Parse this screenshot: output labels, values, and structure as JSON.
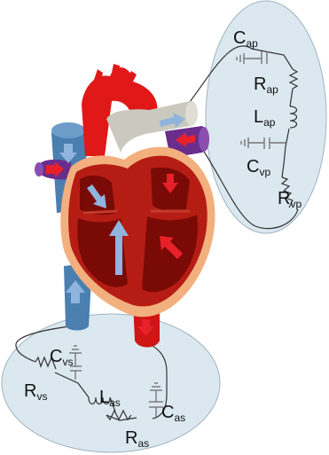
{
  "colors": {
    "ellipse_fill": "#dbe8f0",
    "ellipse_stroke": "#9fb3c2",
    "wire": "#333333",
    "capacitor": "#777777",
    "heart_outer": "#f2b07e",
    "heart_wall": "#b51d14",
    "heart_chamber": "#7a0a06",
    "aorta": "#e01818",
    "pulmonary_artery": "#c9c9bf",
    "vena_cava": "#4a7fb0",
    "pulmonary_vein": "#6a2d8c",
    "arrow_blue": "#8fb4dd",
    "arrow_red": "#e8202a"
  },
  "pulmonary_circuit": {
    "components": [
      {
        "id": "cap",
        "main": "C",
        "sub": "ap",
        "kind": "capacitor"
      },
      {
        "id": "rap",
        "main": "R",
        "sub": "ap",
        "kind": "resistor"
      },
      {
        "id": "lap",
        "main": "L",
        "sub": "ap",
        "kind": "inductor"
      },
      {
        "id": "cvp",
        "main": "C",
        "sub": "vp",
        "kind": "capacitor"
      },
      {
        "id": "rvp",
        "main": "R",
        "sub": "vp",
        "kind": "resistor"
      }
    ]
  },
  "systemic_circuit": {
    "components": [
      {
        "id": "cvs",
        "main": "C",
        "sub": "vs",
        "kind": "capacitor"
      },
      {
        "id": "rvs",
        "main": "R",
        "sub": "vs",
        "kind": "resistor"
      },
      {
        "id": "las",
        "main": "L",
        "sub": "as",
        "kind": "inductor"
      },
      {
        "id": "cas",
        "main": "C",
        "sub": "as",
        "kind": "capacitor"
      },
      {
        "id": "ras",
        "main": "R",
        "sub": "as",
        "kind": "resistor"
      }
    ]
  }
}
